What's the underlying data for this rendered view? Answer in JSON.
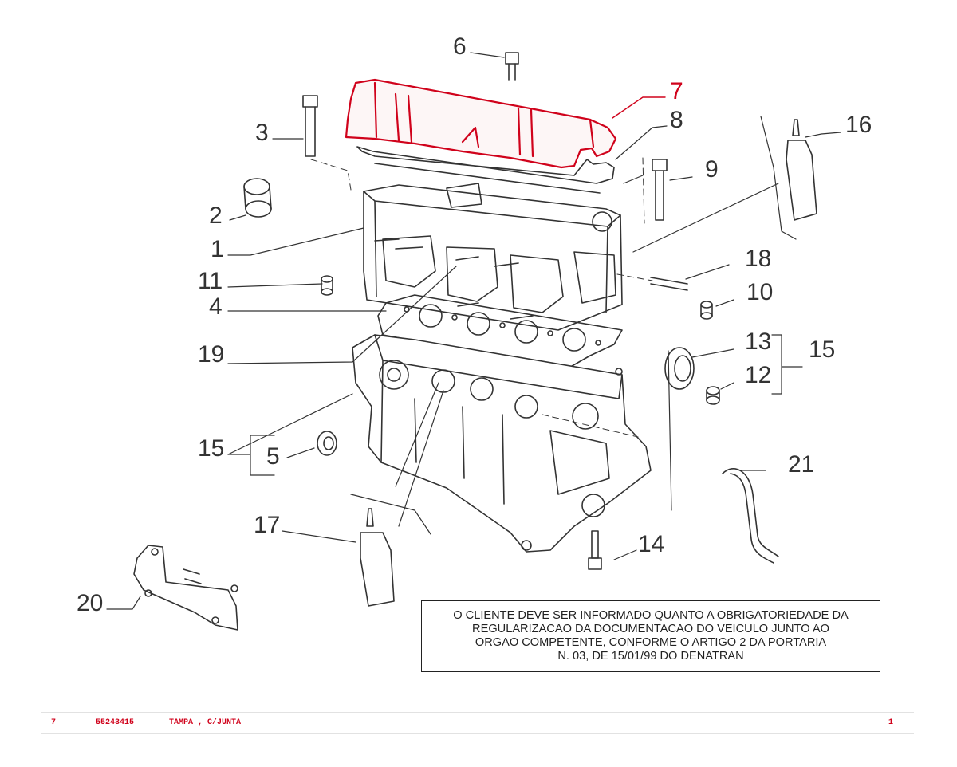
{
  "diagram": {
    "callouts": [
      {
        "id": "c1",
        "label": "1"
      },
      {
        "id": "c2",
        "label": "2"
      },
      {
        "id": "c3",
        "label": "3"
      },
      {
        "id": "c4",
        "label": "4"
      },
      {
        "id": "c5",
        "label": "5"
      },
      {
        "id": "c6",
        "label": "6"
      },
      {
        "id": "c7",
        "label": "7",
        "highlighted": true
      },
      {
        "id": "c8",
        "label": "8"
      },
      {
        "id": "c9",
        "label": "9"
      },
      {
        "id": "c10",
        "label": "10"
      },
      {
        "id": "c11",
        "label": "11"
      },
      {
        "id": "c12",
        "label": "12"
      },
      {
        "id": "c13",
        "label": "13"
      },
      {
        "id": "c14",
        "label": "14"
      },
      {
        "id": "c15a",
        "label": "15"
      },
      {
        "id": "c15b",
        "label": "15"
      },
      {
        "id": "c16",
        "label": "16"
      },
      {
        "id": "c17",
        "label": "17"
      },
      {
        "id": "c18",
        "label": "18"
      },
      {
        "id": "c19",
        "label": "19"
      },
      {
        "id": "c20",
        "label": "20"
      },
      {
        "id": "c21",
        "label": "21"
      }
    ],
    "highlight_color": "#d0021b"
  },
  "notice": {
    "text": "O CLIENTE DEVE SER INFORMADO QUANTO A OBRIGATORIEDADE DA\nREGULARIZACAO DA DOCUMENTACAO DO VEICULO JUNTO AO\nORGAO COMPETENTE, CONFORME O ARTIGO 2 DA PORTARIA\nN. 03, DE 15/01/99 DO DENATRAN"
  },
  "footer": {
    "item": "7",
    "part_number": "55243415",
    "description": "TAMPA , C/JUNTA",
    "quantity": "1"
  }
}
